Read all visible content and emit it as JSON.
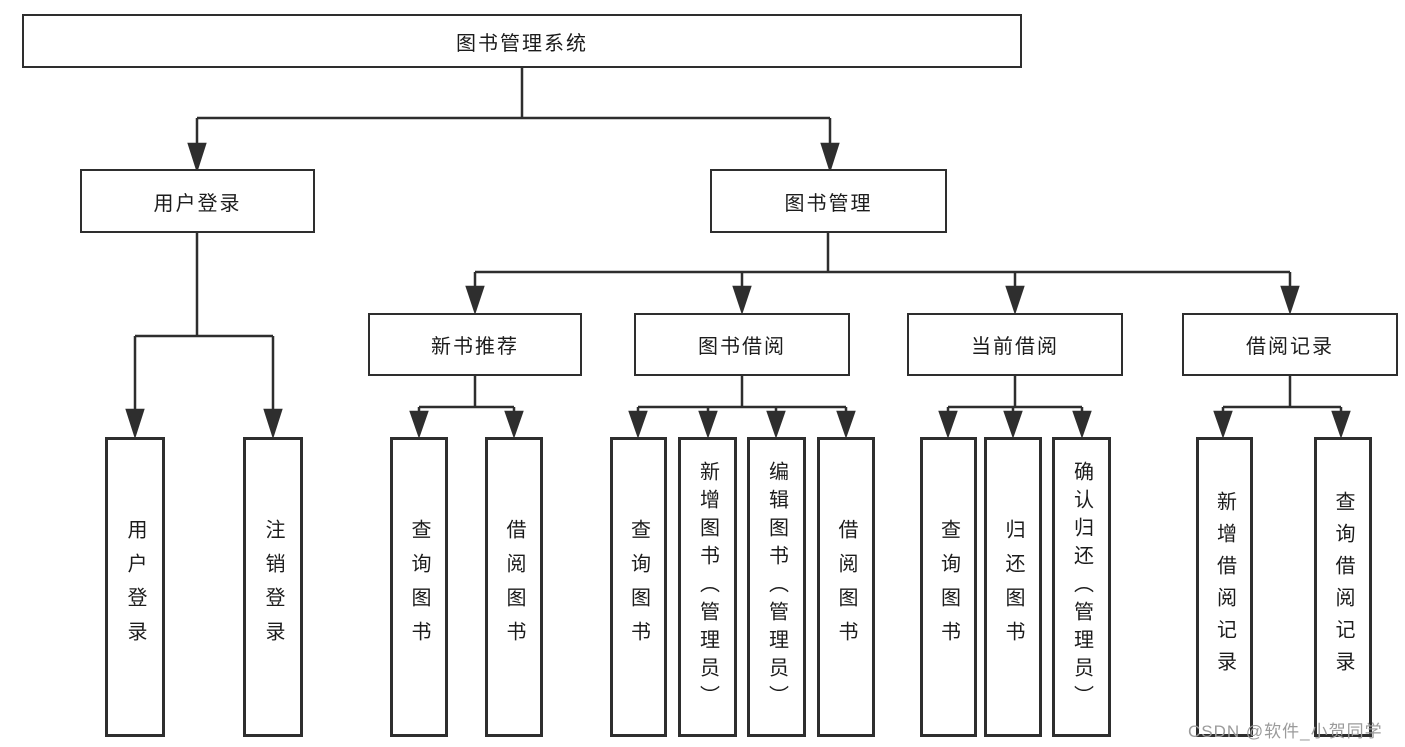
{
  "watermark": "CSDN @软件_小贺同学",
  "tree": {
    "root": {
      "label": "图书管理系统"
    },
    "branches": [
      {
        "label": "用户登录",
        "children": [
          {
            "label": "用户登录"
          },
          {
            "label": "注销登录"
          }
        ]
      },
      {
        "label": "图书管理",
        "groups": [
          {
            "label": "新书推荐",
            "children": [
              {
                "label": "查询图书"
              },
              {
                "label": "借阅图书"
              }
            ]
          },
          {
            "label": "图书借阅",
            "children": [
              {
                "label": "查询图书"
              },
              {
                "label": "新增图书（管理员）"
              },
              {
                "label": "编辑图书（管理员）"
              },
              {
                "label": "借阅图书"
              }
            ]
          },
          {
            "label": "当前借阅",
            "children": [
              {
                "label": "查询图书"
              },
              {
                "label": "归还图书"
              },
              {
                "label": "确认归还（管理员）"
              }
            ]
          },
          {
            "label": "借阅记录",
            "children": [
              {
                "label": "新增借阅记录"
              },
              {
                "label": "查询借阅记录"
              }
            ]
          }
        ]
      }
    ]
  },
  "colors": {
    "line": "#2e2e2e",
    "text": "#1c1c1c",
    "watermark_gray": "#9b9b9b",
    "background": "#ffffff"
  }
}
